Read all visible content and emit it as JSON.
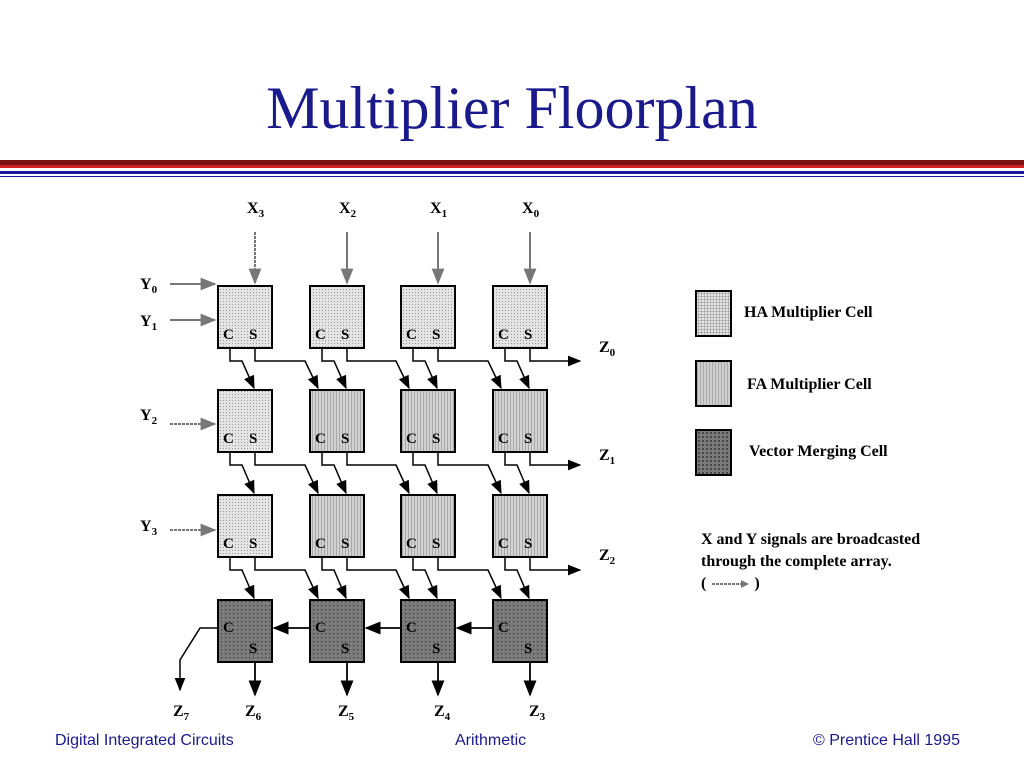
{
  "title": "Multiplier Floorplan",
  "diagram": {
    "x_inputs": [
      {
        "base": "X",
        "sub": "3"
      },
      {
        "base": "X",
        "sub": "2"
      },
      {
        "base": "X",
        "sub": "1"
      },
      {
        "base": "X",
        "sub": "0"
      }
    ],
    "y_inputs": [
      {
        "base": "Y",
        "sub": "0"
      },
      {
        "base": "Y",
        "sub": "1"
      },
      {
        "base": "Y",
        "sub": "2"
      },
      {
        "base": "Y",
        "sub": "3"
      }
    ],
    "right_outputs": [
      {
        "base": "Z",
        "sub": "0"
      },
      {
        "base": "Z",
        "sub": "1"
      },
      {
        "base": "Z",
        "sub": "2"
      }
    ],
    "bottom_outputs": [
      {
        "base": "Z",
        "sub": "7"
      },
      {
        "base": "Z",
        "sub": "6"
      },
      {
        "base": "Z",
        "sub": "5"
      },
      {
        "base": "Z",
        "sub": "4"
      },
      {
        "base": "Z",
        "sub": "3"
      }
    ],
    "cell_carry_label": "C",
    "cell_sum_label": "S",
    "cell_types": [
      [
        "HA",
        "HA",
        "HA",
        "HA"
      ],
      [
        "HA",
        "FA",
        "FA",
        "FA"
      ],
      [
        "HA",
        "FA",
        "FA",
        "FA"
      ],
      [
        "VM",
        "VM",
        "VM",
        "VM"
      ]
    ]
  },
  "legend": {
    "ha": "HA Multiplier Cell",
    "fa": "FA Multiplier Cell",
    "vm": "Vector Merging Cell"
  },
  "note": {
    "line1": "X and Y signals are broadcasted",
    "line2": "through the complete array.",
    "open": "(",
    "close": ")"
  },
  "footer": {
    "left": "Digital Integrated Circuits",
    "center": "Arithmetic",
    "right": "© Prentice Hall 1995"
  }
}
